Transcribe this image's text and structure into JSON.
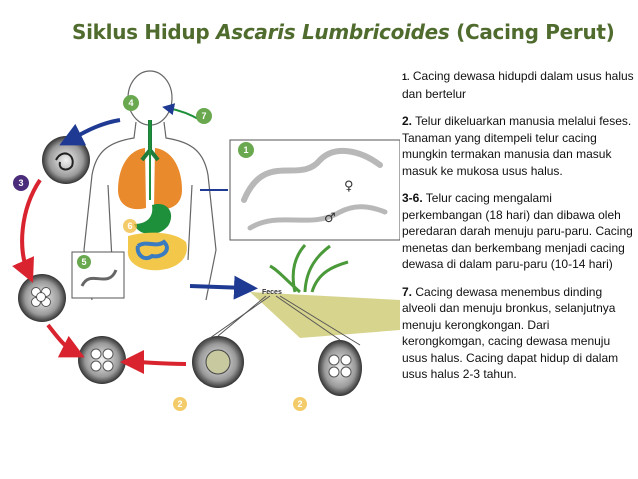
{
  "title": {
    "prefix": "Siklus Hidup ",
    "scientific": "Ascaris Lumbricoides",
    "suffix": " (Cacing Perut)"
  },
  "diagram": {
    "feces_label": "Feces",
    "male_symbol": "♂",
    "female_symbol": "♀",
    "step_badges": [
      "1",
      "2",
      "2",
      "3",
      "4",
      "5",
      "6",
      "7"
    ],
    "colors": {
      "title": "#4f6b2d",
      "step_badge": "#6aa84f",
      "stage_badge": "#f0b93a",
      "arrow_blue": "#1f3a93",
      "arrow_red": "#d9232e"
    }
  },
  "steps": [
    {
      "number": "1.",
      "text": " Cacing dewasa hidupdi dalam usus halus dan bertelur"
    },
    {
      "number": "2.",
      "text": " Telur dikeluarkan manusia melalui feses. Tanaman yang ditempeli telur cacing mungkin termakan manusia dan masuk masuk ke mukosa usus halus."
    },
    {
      "number": "3-6.",
      "text": " Telur cacing mengalami perkembangan (18 hari) dan dibawa oleh peredaran darah menuju paru-paru. Cacing menetas dan berkembang menjadi cacing dewasa di dalam paru-paru (10-14 hari)"
    },
    {
      "number": "7.",
      "text": " Cacing dewasa menembus dinding alveoli dan menuju bronkus, selanjutnya menuju kerongkongan. Dari kerongkomgan, cacing dewasa menuju usus halus. Cacing dapat hidup di dalam usus halus 2-3 tahun."
    }
  ]
}
